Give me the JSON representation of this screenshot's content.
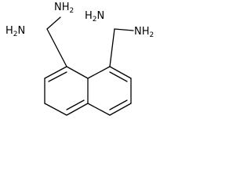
{
  "molecule": {
    "labels": {
      "nh2_upper_left": {
        "main": "NH",
        "sub": "2"
      },
      "h2n_left": {
        "main": "H",
        "sub": "2",
        "tail": "N"
      },
      "h2n_middle": {
        "main": "H",
        "sub": "2",
        "tail": "N"
      },
      "nh2_right": {
        "main": "NH",
        "sub": "2"
      }
    }
  }
}
